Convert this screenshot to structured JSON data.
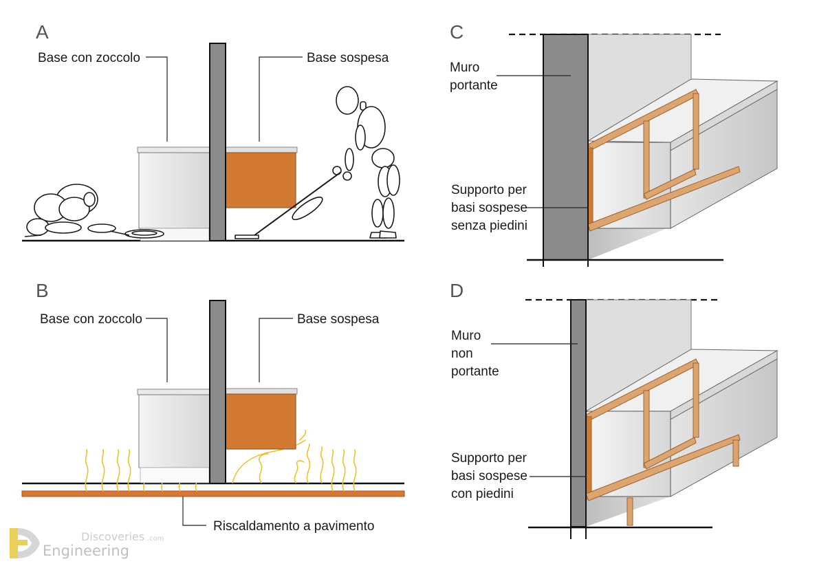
{
  "panels": {
    "a": {
      "letter": "A",
      "label_left": "Base con zoccolo",
      "label_right": "Base sospesa"
    },
    "b": {
      "letter": "B",
      "label_left": "Base con zoccolo",
      "label_right": "Base sospesa",
      "label_bottom": "Riscaldamento a pavimento"
    },
    "c": {
      "letter": "C",
      "wall_label": [
        "Muro",
        "portante"
      ],
      "support_label": [
        "Supporto per",
        "basi sospese",
        "senza piedini"
      ]
    },
    "d": {
      "letter": "D",
      "wall_label": [
        "Muro",
        "non",
        "portante"
      ],
      "support_label": [
        "Supporto per",
        "basi sospese",
        "con piedini"
      ]
    }
  },
  "watermark": {
    "line1": "Discoveries",
    "suffix": ".com",
    "line2": "Engineering"
  },
  "colors": {
    "cabinet_orange": "#d37a32",
    "frame_orange": "#dca46e",
    "wall_gray": "#8c8c8c",
    "cabinet_light": "#ececec",
    "heating_orange": "#d9772f",
    "heat_wave": "#eac230"
  }
}
